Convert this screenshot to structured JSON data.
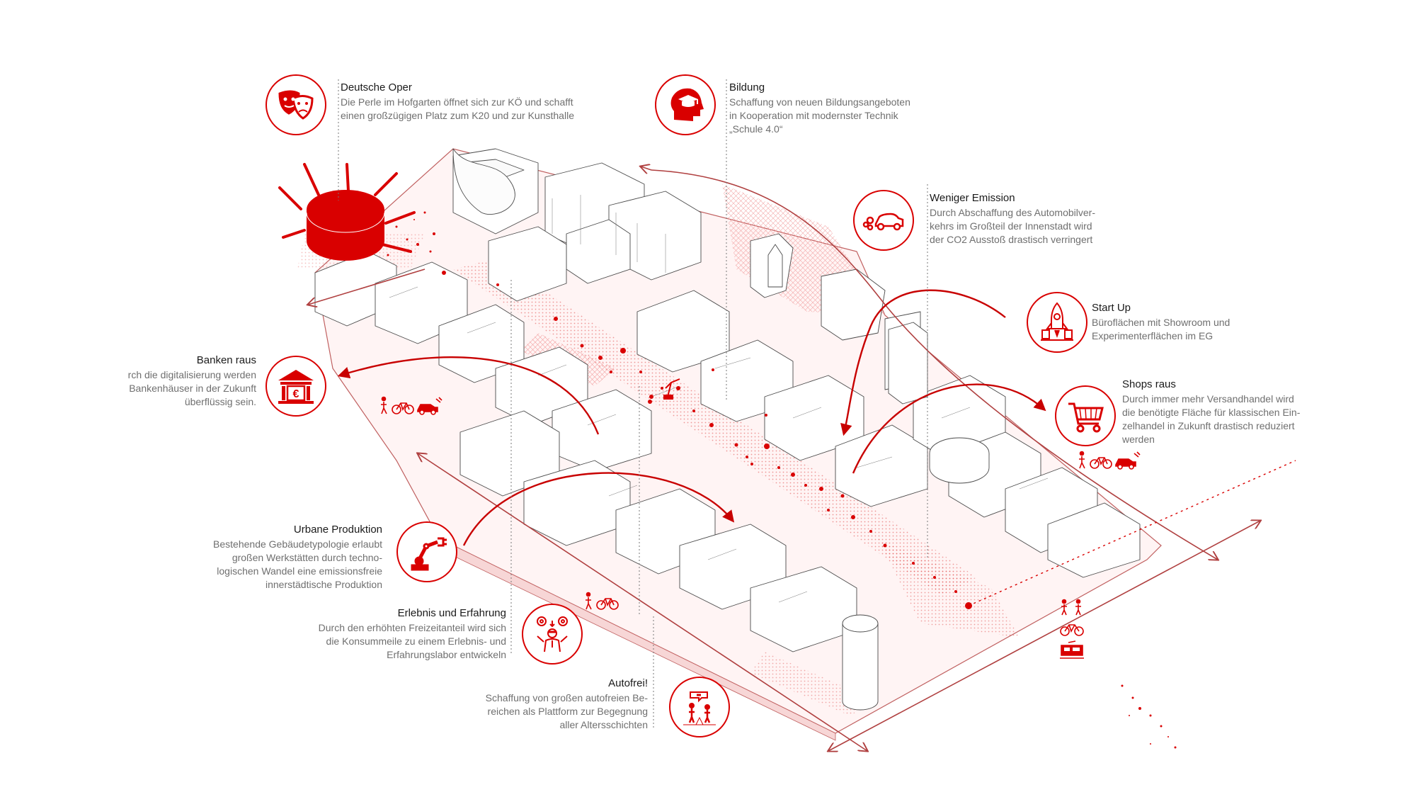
{
  "annotations": {
    "oper": {
      "title": "Deutsche Oper",
      "desc": "Die Perle im Hofgarten öffnet sich zur KÖ und schafft\neinen großzügigen Platz zum K20 und zur Kunsthalle"
    },
    "bildung": {
      "title": "Bildung",
      "desc": "Schaffung von neuen Bildungsangeboten\nin Kooperation mit modernster Technik\n„Schule 4.0“"
    },
    "emission": {
      "title": "Weniger Emission",
      "desc": "Durch Abschaffung des Automobilver-\nkehrs im Großteil der Innenstadt wird\nder CO2 Ausstoß drastisch verringert"
    },
    "startup": {
      "title": "Start Up",
      "desc": "Büroflächen mit Showroom und\nExperimenterflächen im EG"
    },
    "banken": {
      "title": "Banken raus",
      "desc": "rch die digitalisierung werden\n Bankenhäuser in der Zukunft\nüberflüssig sein."
    },
    "shops": {
      "title": "Shops raus",
      "desc": "Durch immer mehr Versandhandel wird\ndie benötigte Fläche für klassischen Ein-\nzelhandel in Zukunft drastisch reduziert\nwerden"
    },
    "produktion": {
      "title": "Urbane Produktion",
      "desc": "Bestehende Gebäudetypologie erlaubt\ngroßen Werkstätten durch techno-\nlogischen Wandel eine emissionsfreie\ninnerstädtische Produktion"
    },
    "erlebnis": {
      "title": "Erlebnis und Erfahrung",
      "desc": "Durch den erhöhten Freizeitanteil wird sich\ndie Konsummeile zu einem Erlebnis- und\nErfahrungslabor entwickeln"
    },
    "autofrei": {
      "title": "Autofrei!",
      "desc": "Schaffung von großen autofreien Be-\nreichen als Plattform zur Begegnung\naller Altersschichten"
    }
  },
  "colors": {
    "accent": "#d90000",
    "line": "#b04040",
    "building": "#4a4a4a"
  },
  "icons": {
    "oper": "theater-masks-icon",
    "bildung": "graduation-head-icon",
    "emission": "emission-car-icon",
    "startup": "rocket-icon",
    "banken": "bank-euro-icon",
    "shops": "shopping-cart-icon",
    "produktion": "robot-arm-icon",
    "erlebnis": "experience-person-icon",
    "autofrei": "people-meeting-icon",
    "mobility": "pedestrian-bike-ecar-icon"
  }
}
